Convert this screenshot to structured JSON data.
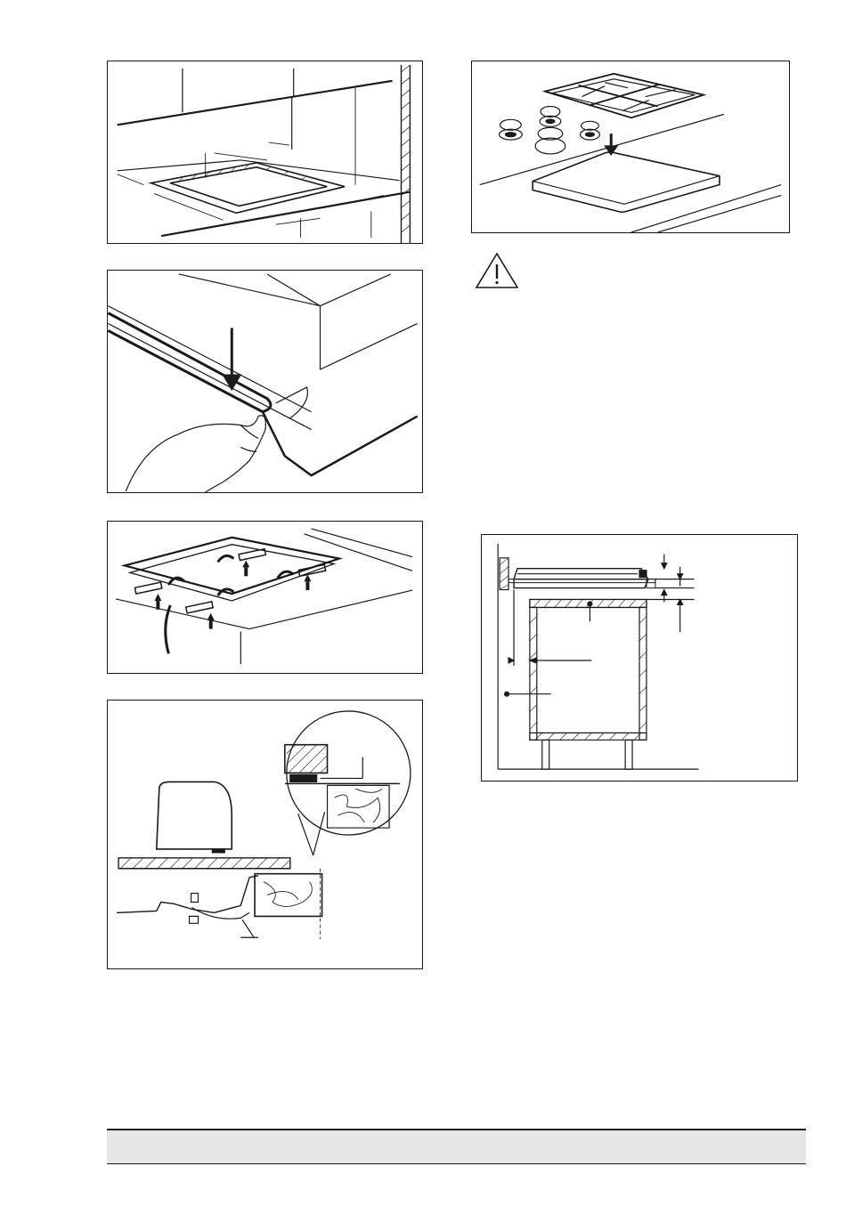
{
  "figures": [
    {
      "id": "cutout-dimensions"
    },
    {
      "id": "sealing-strip"
    },
    {
      "id": "brackets-underside"
    },
    {
      "id": "cabinet-clamp-detail"
    },
    {
      "id": "pan-supports-assembly"
    },
    {
      "id": "installation-clearance"
    }
  ],
  "warning": {
    "icon": "warning-triangle-icon"
  },
  "colors": {
    "line": "#1a1a1a",
    "footer_band": "#e6e6e6"
  }
}
